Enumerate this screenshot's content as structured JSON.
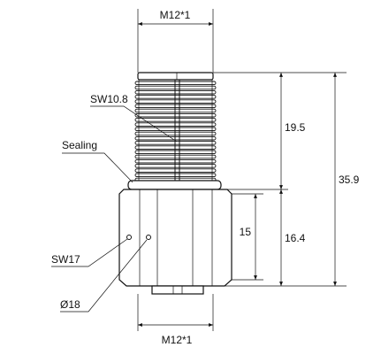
{
  "colors": {
    "stroke": "#111111",
    "background": "#ffffff"
  },
  "dimensions": {
    "thread_top": "M12*1",
    "thread_bottom": "M12*1",
    "thread_length": "19.5",
    "overall_length": "35.9",
    "hex_height": "15",
    "body_height": "16.4"
  },
  "labels": {
    "sw_top": "SW10.8",
    "sealing": "Sealing",
    "sw_hex": "SW17",
    "diameter": "Ø18"
  }
}
